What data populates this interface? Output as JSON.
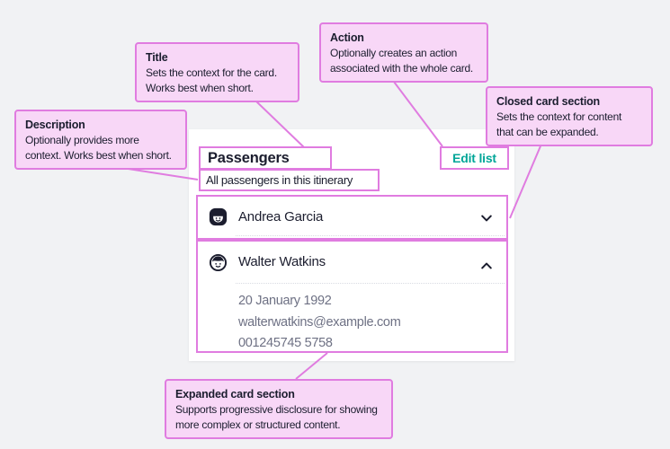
{
  "callouts": {
    "title": {
      "label": "Title",
      "body": "Sets the context for the card.\nWorks best when short."
    },
    "action": {
      "label": "Action",
      "body": "Optionally creates an action\nassociated with the whole card."
    },
    "description": {
      "label": "Description",
      "body": "Optionally provides more\ncontext. Works best when short."
    },
    "closed": {
      "label": "Closed card section",
      "body": "Sets the context for content\nthat can be expanded."
    },
    "expanded": {
      "label": "Expanded card section",
      "body": "Supports progressive disclosure for showing\nmore complex or structured content."
    }
  },
  "card": {
    "title": "Passengers",
    "description": "All passengers in this itinerary",
    "action_label": "Edit list",
    "sections": [
      {
        "name": "Andrea Garcia",
        "avatar": "female-avatar-icon",
        "state": "collapsed",
        "chevron": "chevron-down-icon"
      },
      {
        "name": "Walter Watkins",
        "avatar": "male-avatar-icon",
        "state": "expanded",
        "chevron": "chevron-up-icon",
        "details": [
          "20 January 1992",
          "walterwatkins@example.com",
          "001245745 5758"
        ]
      }
    ]
  },
  "colors": {
    "background": "#f1f2f4",
    "card_background": "#ffffff",
    "annotation_fill": "#f8d7f7",
    "annotation_border": "#e07ce0",
    "text_primary": "#1b1d2e",
    "text_secondary": "#6e7184",
    "action_teal": "#00a698"
  }
}
